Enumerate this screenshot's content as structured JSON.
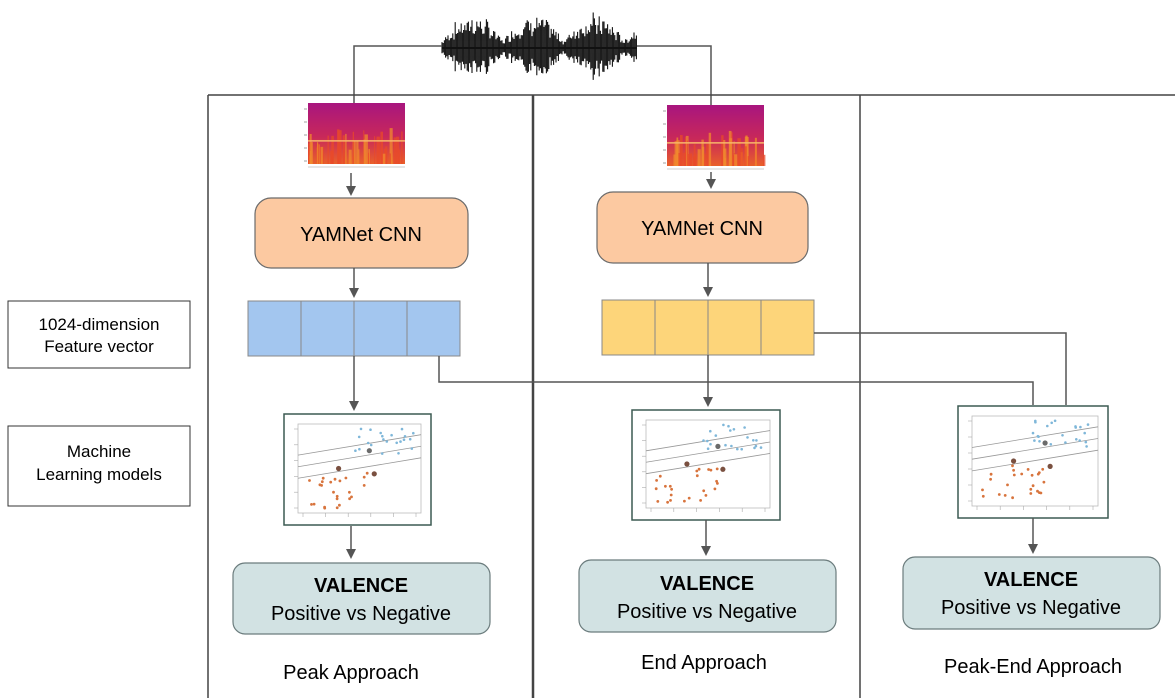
{
  "labels": {
    "feature_vector_line1": "1024-dimension",
    "feature_vector_line2": "Feature vector",
    "ml_line1": "Machine",
    "ml_line2": "Learning models"
  },
  "model_label": "YAMNet CNN",
  "valence_title": "VALENCE",
  "valence_subtitle": "Positive vs Negative",
  "approaches": {
    "peak": "Peak Approach",
    "end": "End Approach",
    "peak_end": "Peak-End Approach"
  },
  "colors": {
    "cnn_fill": "#fcc9a1",
    "cnn_stroke": "#6b6b6b",
    "vector_blue": "#a3c6ef",
    "vector_yellow": "#fdd57a",
    "valence_fill": "#d2e2e3",
    "spectrogram_top": "#b0187a",
    "spectrogram_bottom": "#e2502a",
    "scatter_blue": "#7fb7d9",
    "scatter_orange": "#d8743d",
    "line": "#555555"
  },
  "icons": [
    "waveform-icon",
    "spectrogram-icon",
    "scatter-plot-icon",
    "arrow-down-icon"
  ]
}
